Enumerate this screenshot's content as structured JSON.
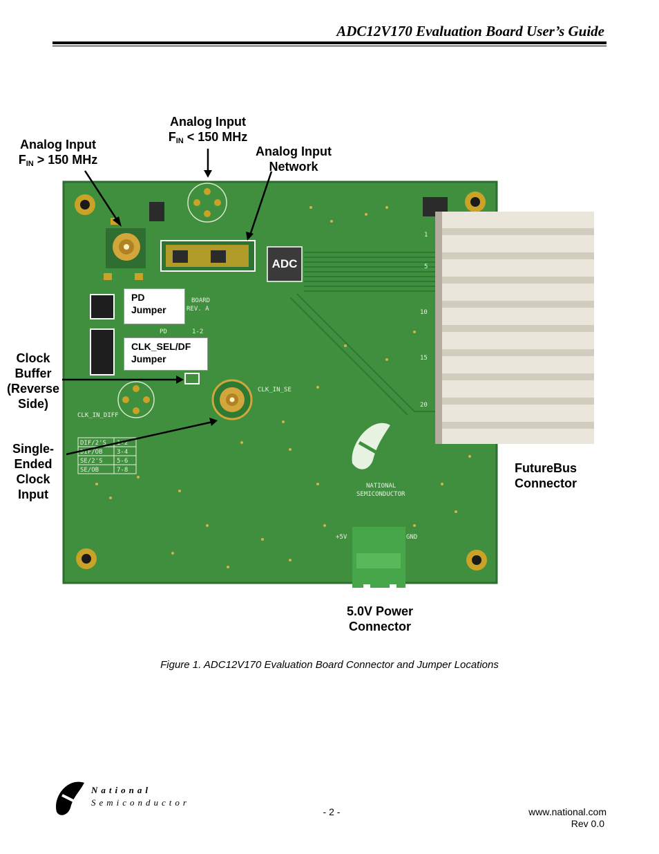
{
  "header": {
    "title": "ADC12V170 Evaluation Board User’s Guide"
  },
  "callouts": {
    "analog_hf_title": "Analog Input",
    "analog_hf_freq_prefix": "F",
    "analog_hf_freq_sub": "IN",
    "analog_hf_freq_suffix": " > 150 MHz",
    "analog_lf_title": "Analog Input",
    "analog_lf_freq_prefix": "F",
    "analog_lf_freq_sub": "IN",
    "analog_lf_freq_suffix": " < 150 MHz",
    "network_line1": "Analog Input",
    "network_line2": "Network",
    "adc": "ADC",
    "pd_line1": "PD",
    "pd_line2": "Jumper",
    "clksel_line1": "CLK_SEL/DF",
    "clksel_line2": "Jumper",
    "clock_buffer_lines": [
      "Clock",
      "Buffer",
      "(Reverse",
      "Side)"
    ],
    "single_ended_lines": [
      "Single-",
      "Ended",
      "Clock",
      "Input"
    ],
    "futurebus_line1": "FutureBus",
    "futurebus_line2": "Connector",
    "power_line1": "5.0V Power",
    "power_line2": "Connector"
  },
  "board_silkscreen": {
    "nat_line1": "NATIONAL",
    "nat_line2": "SEMICONDUCTOR",
    "board_label": "BOARD",
    "rev": "REV. A",
    "plus5v": "+5V",
    "gnd": "GND",
    "clk_in_se": "CLK_IN_SE",
    "clk_in_diff": "CLK_IN_DIFF",
    "jumper_table": [
      [
        "DIF/2'S",
        "1-2"
      ],
      [
        "DIF/OB",
        "3-4"
      ],
      [
        "SE/2'S",
        "5-6"
      ],
      [
        "SE/OB",
        "7-8"
      ]
    ],
    "connector_numbers": [
      "1",
      "5",
      "10",
      "15",
      "20"
    ],
    "pd_table_head": [
      "PD",
      "1-2"
    ]
  },
  "caption": "Figure 1.  ADC12V170 Evaluation Board Connector and Jumper Locations",
  "footer": {
    "brand_name": "National",
    "brand_sub": "Semiconductor",
    "page": "- 2 -",
    "url": "www.national.com",
    "rev": "Rev 0.0"
  },
  "colors": {
    "pcb": "#3f8f3f",
    "pcb_dark": "#2f7a33",
    "gold": "#c9a227",
    "connector": "#ebe6dc",
    "terminal": "#47a64a"
  }
}
